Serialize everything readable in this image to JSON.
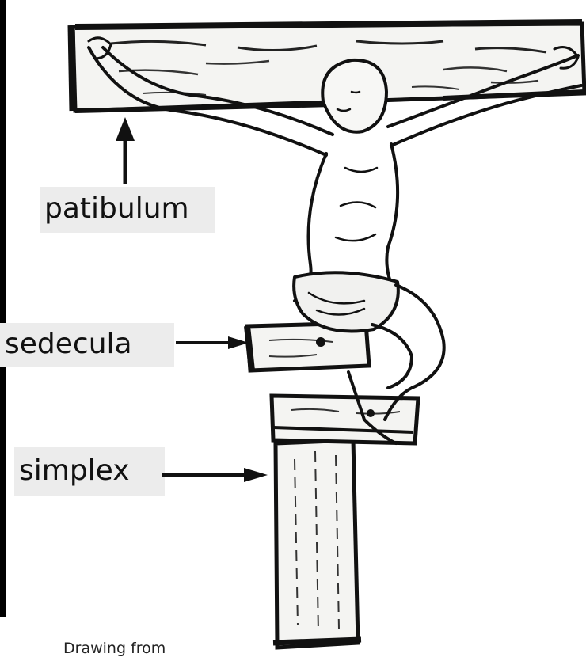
{
  "labels": {
    "patibulum": "patibulum",
    "sedecula": "sedecula",
    "simplex": "simplex"
  },
  "caption": "Drawing from",
  "colors": {
    "ink": "#111111",
    "label_background": "#ececec",
    "wood": "#f4f4f2"
  }
}
